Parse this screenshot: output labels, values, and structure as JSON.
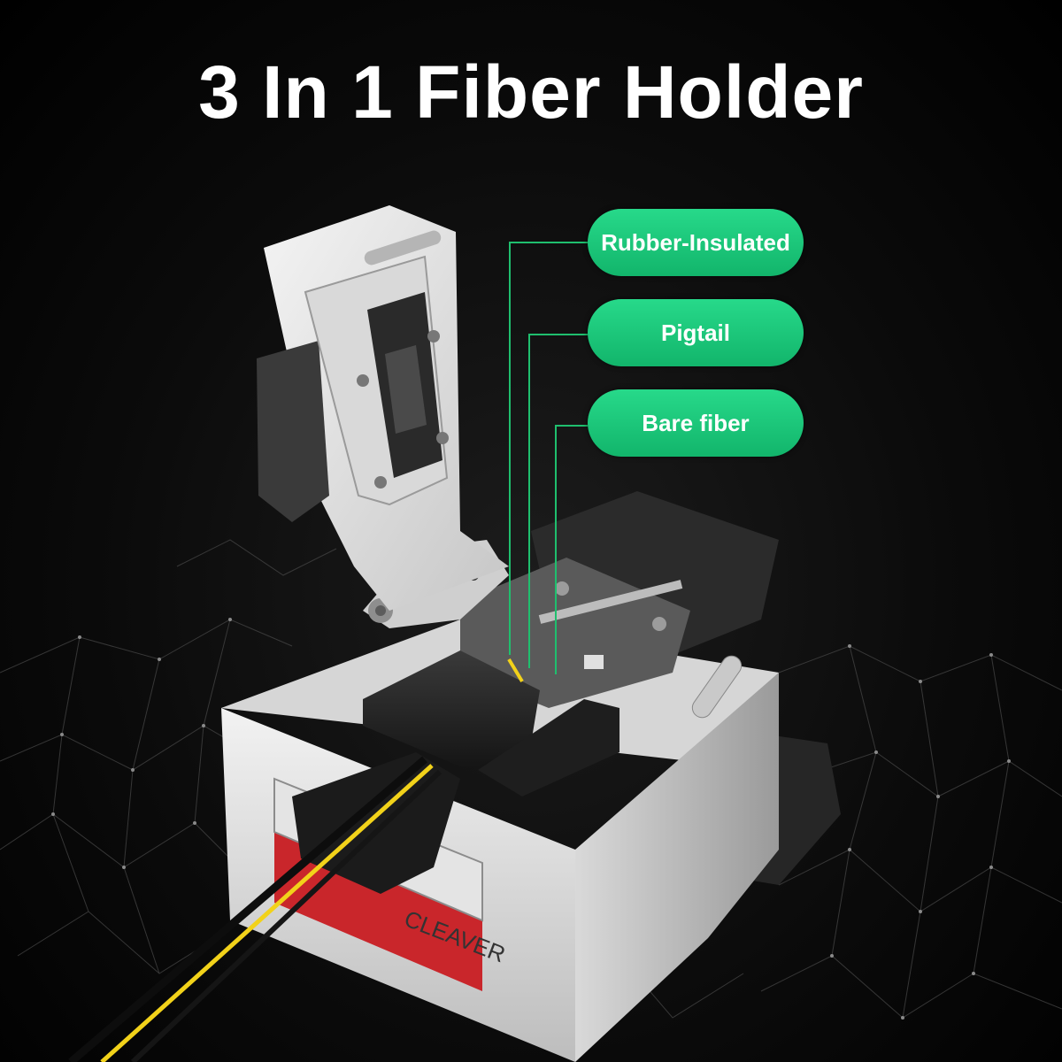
{
  "title": "3 In 1 Fiber Holder",
  "callouts": [
    {
      "label": "Rubber-Insulated"
    },
    {
      "label": "Pigtail"
    },
    {
      "label": "Bare fiber"
    }
  ],
  "device_label": "CLEAVER",
  "colors": {
    "background": "#000000",
    "callout_green": "#19c479",
    "callout_line": "#1fbf6e",
    "device_body": "#e6e6e6",
    "device_stripe": "#d12a2a",
    "fiber_yellow": "#f2d21a"
  }
}
